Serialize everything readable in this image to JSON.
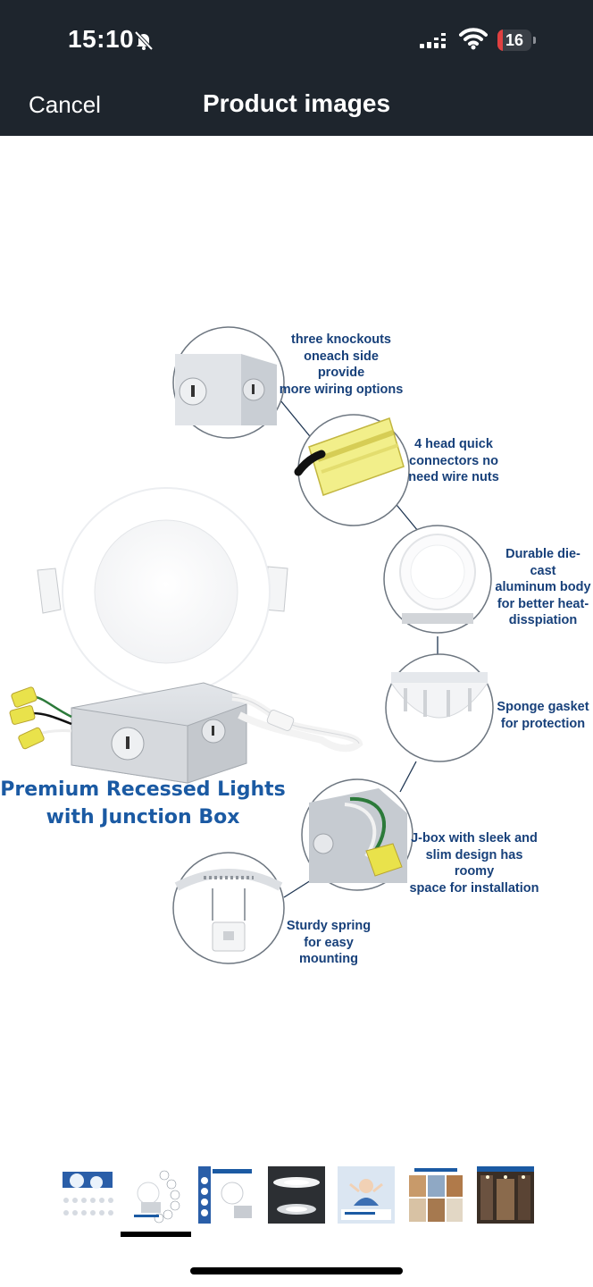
{
  "status": {
    "time": "15:10",
    "battery": "16",
    "battery_level": 0.16
  },
  "nav": {
    "cancel_label": "Cancel",
    "title": "Product images"
  },
  "product": {
    "headline_line1": "Premium Recessed Lights",
    "headline_line2": "with Junction Box",
    "callouts": [
      {
        "line1": "three knockouts",
        "line2": "oneach side provide",
        "line3": "more wiring options"
      },
      {
        "line1": "4 head quick",
        "line2": "connectors no",
        "line3": "need wire nuts"
      },
      {
        "line1": "Durable die-cast",
        "line2": "aluminum body",
        "line3": "for better heat-",
        "line4": "disspiation"
      },
      {
        "line1": "Sponge gasket",
        "line2": "for protection"
      },
      {
        "line1": "J-box with sleek and",
        "line2": "slim design has roomy",
        "line3": "space for installation"
      },
      {
        "line1": "Sturdy spring",
        "line2": "for easy mounting"
      }
    ]
  },
  "thumbnails": [
    {
      "name": "thumb-1"
    },
    {
      "name": "thumb-2",
      "selected": true
    },
    {
      "name": "thumb-3",
      "label": "IC Rated Ultra Thin Design"
    },
    {
      "name": "thumb-4"
    },
    {
      "name": "thumb-5",
      "label": "EASY INSTALLATION"
    },
    {
      "name": "thumb-6",
      "label": "WIDE APPLICATIONS"
    },
    {
      "name": "thumb-7"
    }
  ],
  "colors": {
    "header_bg": "#1e252d",
    "accent_blue": "#1b5aa3",
    "callout_text": "#17407a",
    "battery_low": "#e04040"
  }
}
